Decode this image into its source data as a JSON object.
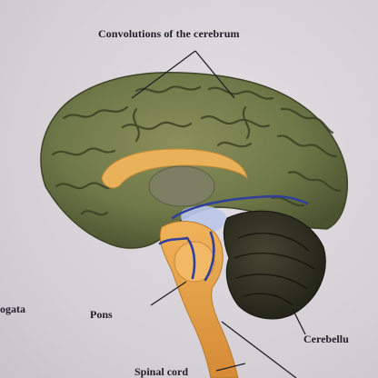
{
  "labels": {
    "convolutions": "Convolutions of the cerebrum",
    "oblongata": "ogata",
    "pons": "Pons",
    "cerebellum": "Cerebellu",
    "spinal_cord": "Spinal cord"
  },
  "colors": {
    "cerebrum": "#6f7848",
    "cerebrum_shade": "#4b5230",
    "corpus_callosum": "#e9b25a",
    "brainstem": "#e8a04a",
    "cerebellum": "#2f3022",
    "ventricle": "#b9c6e8",
    "vessel": "#2f3f9a",
    "label_text": "#1e1f2a"
  }
}
